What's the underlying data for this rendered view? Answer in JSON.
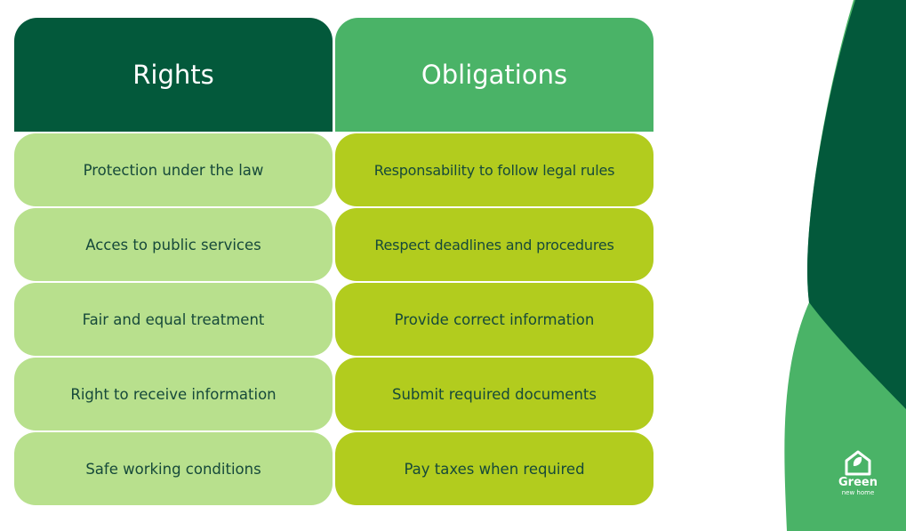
{
  "rights": {
    "title": "Rights",
    "items": [
      "Protection under the law",
      "Acces to public services",
      "Fair and equal treatment",
      "Right to receive information",
      "Safe working conditions"
    ]
  },
  "obligations": {
    "title": "Obligations",
    "items": [
      "Responsability to follow legal rules",
      "Respect deadlines and procedures",
      "Provide correct information",
      "Submit required documents",
      "Pay taxes when required"
    ]
  },
  "logo": {
    "word": "Green",
    "tagline": "new home",
    "icon": "house-leaf-icon"
  },
  "colors": {
    "dark_green": "#03593b",
    "mid_green": "#4ab367",
    "light_green": "#b8e08d",
    "lime": "#b2cc1e",
    "text": "#16493a"
  }
}
